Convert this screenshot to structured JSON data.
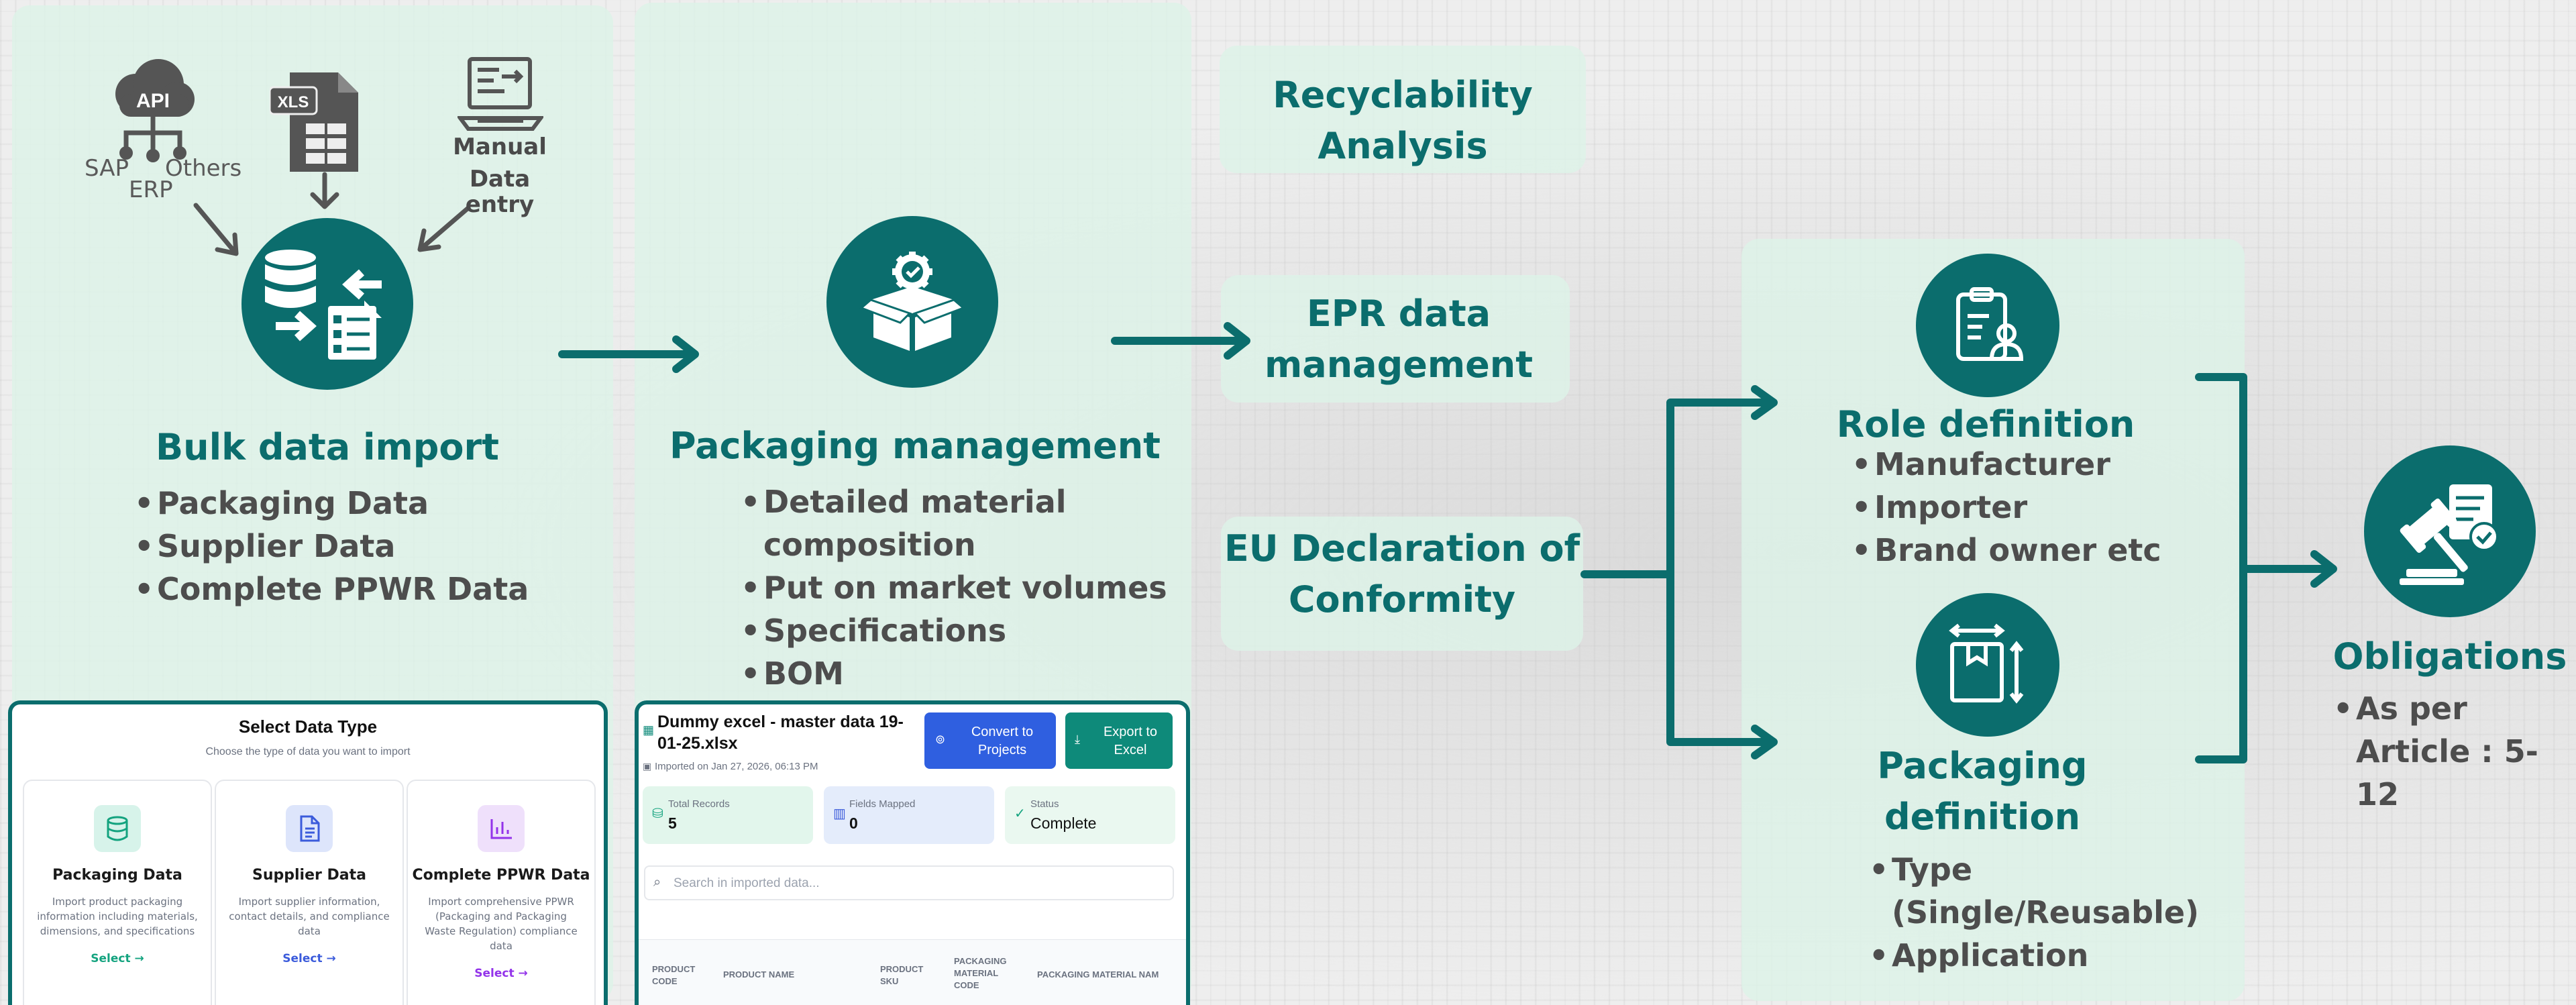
{
  "sources": {
    "api_icon_label": "API",
    "sap_label": "SAP",
    "erp_label": "ERP",
    "others_label": "Others",
    "xls_label": "XLS",
    "manual_label_1": "Manual",
    "manual_label_2": "Data entry"
  },
  "bulk": {
    "title": "Bulk data import",
    "bullets": [
      "Packaging Data",
      "Supplier Data",
      "Complete PPWR Data"
    ]
  },
  "packaging_mgmt": {
    "title": "Packaging management",
    "bullets": [
      "Detailed material",
      "composition",
      "Put on market volumes",
      "Specifications",
      "BOM"
    ]
  },
  "middle": {
    "recyclability_1": "Recyclability",
    "recyclability_2": "Analysis",
    "epr_1": "EPR data",
    "epr_2": "management",
    "eu_1": "EU Declaration of",
    "eu_2": "Conformity"
  },
  "role": {
    "title": "Role definition",
    "bullets": [
      "Manufacturer",
      "Importer",
      "Brand owner etc"
    ]
  },
  "packaging_def": {
    "title_1": "Packaging",
    "title_2": "definition",
    "bullets": [
      "Type",
      "(Single/Reusable)",
      "Application"
    ]
  },
  "obligations": {
    "title": "Obligations",
    "bullet_1": "As per",
    "bullet_2": "Article : 5-12"
  },
  "select_card": {
    "title": "Select Data Type",
    "subtitle": "Choose the type of data you want to import",
    "options": [
      {
        "title": "Packaging Data",
        "desc": "Import product packaging information including materials, dimensions, and specifications",
        "select": "Select",
        "icon": "database-icon",
        "color": "#14a37f",
        "bg": "#d7f3ea"
      },
      {
        "title": "Supplier Data",
        "desc": "Import supplier information, contact details, and compliance data",
        "select": "Select",
        "icon": "document-icon",
        "color": "#3b5bdb",
        "bg": "#dde5fb"
      },
      {
        "title": "Complete PPWR Data",
        "desc": "Import comprehensive PPWR (Packaging and Packaging Waste Regulation) compliance data",
        "select": "Select",
        "icon": "bar-chart-icon",
        "color": "#9333ea",
        "bg": "#efe0fb"
      }
    ]
  },
  "import_card": {
    "file_name_1": "Dummy excel - master data 19-",
    "file_name_2": "01-25.xlsx",
    "imported_on": "Imported on Jan 27, 2026, 06:13 PM",
    "convert_1": "Convert to",
    "convert_2": "Projects",
    "export_1": "Export to",
    "export_2": "Excel",
    "stats": [
      {
        "label": "Total Records",
        "value": "5"
      },
      {
        "label": "Fields Mapped",
        "value": "0"
      },
      {
        "label": "Status",
        "value": "Complete"
      }
    ],
    "search_placeholder": "Search in imported data...",
    "columns": [
      "PRODUCT CODE",
      "PRODUCT NAME",
      "PRODUCT SKU",
      "PACKAGING MATERIAL CODE",
      "PACKAGING MATERIAL NAM"
    ]
  },
  "colors": {
    "accent": "#0b6d6d",
    "panel": "#ddf3e8",
    "convert_button": "#2f5fe0",
    "export_button": "#0e8a7a"
  }
}
